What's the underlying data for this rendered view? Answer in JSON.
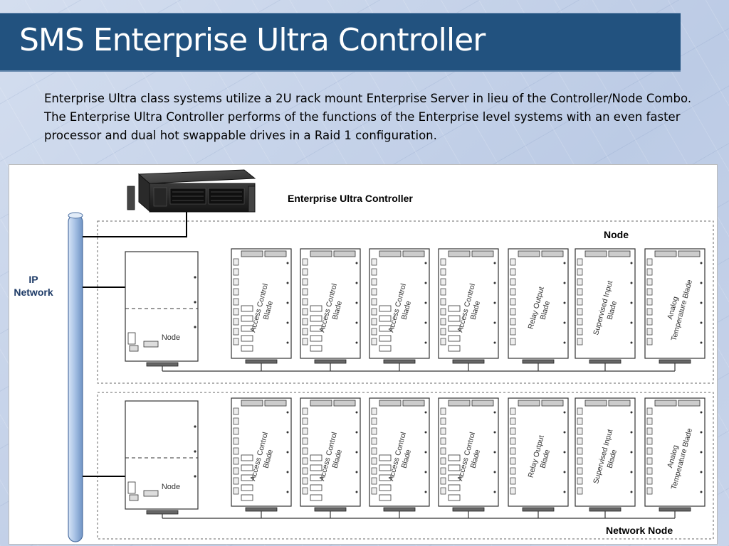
{
  "slide": {
    "title": "SMS Enterprise Ultra Controller",
    "description": "Enterprise Ultra class systems utilize a 2U rack mount Enterprise Server in lieu of the Controller/Node Combo. The Enterprise Ultra Controller performs of the functions of the Enterprise level systems with an even faster processor and dual hot swappable drives in a Raid 1 configuration."
  },
  "diagram": {
    "controller_label": "Enterprise Ultra Controller",
    "ip_network_label": [
      "IP",
      "Network"
    ],
    "node_group_label": "Node",
    "network_node_group_label": "Network Node",
    "node_module_label": "Node",
    "blade_labels": [
      [
        "Access Control",
        "Blade"
      ],
      [
        "Access Control",
        "Blade"
      ],
      [
        "Access Control",
        "Blade"
      ],
      [
        "Access Control",
        "Blade"
      ],
      [
        "Relay Output",
        "Blade"
      ],
      [
        "Supervised Input",
        "Blade"
      ],
      [
        "Analog",
        "Temperature Blade"
      ]
    ],
    "colors": {
      "title_bar": "#22527f",
      "network_bus": "#a9c3e6"
    }
  }
}
